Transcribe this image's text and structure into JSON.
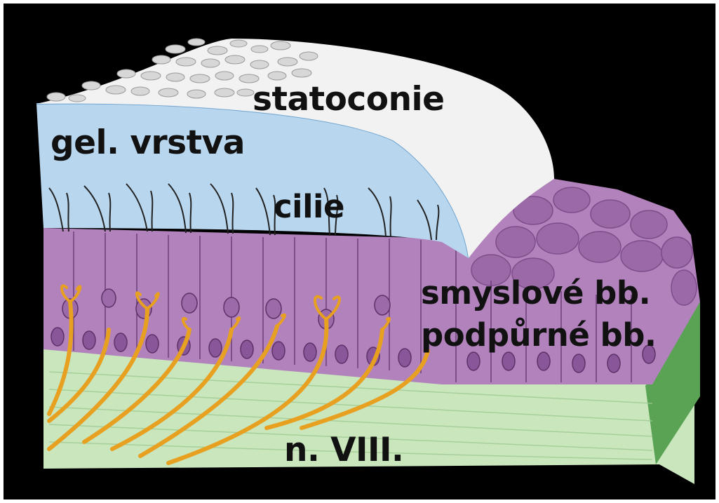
{
  "labels": {
    "statoconie": "statoconie",
    "gel_layer": "gel. vrstva",
    "cilia": "cilie",
    "sensory_cells": "smyslové bb.",
    "supporting_cells": "podpůrné bb.",
    "nerve": "n. VIII."
  },
  "colors": {
    "background": "#000000",
    "statoconia": "#f2f2f2",
    "gel_layer": "#b8d6ee",
    "epithelium": "#b282bc",
    "nuclei": "#9d6aa9",
    "nerve_fibers": "#e8a020",
    "connective_tissue": "#c9e6bd",
    "label_text": "#111111"
  }
}
